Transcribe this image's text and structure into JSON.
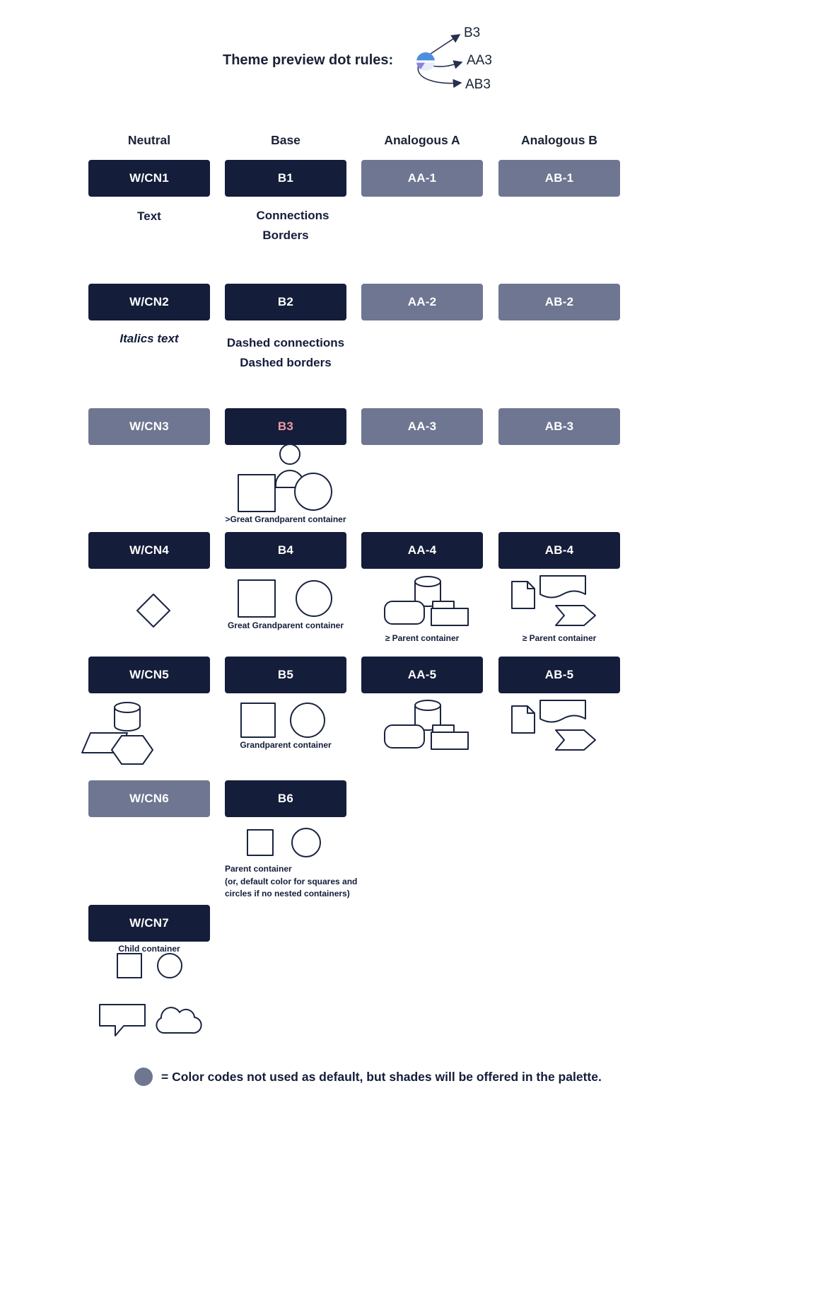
{
  "title": "Theme preview dot rules:",
  "dot": {
    "labels": {
      "b3": "B3",
      "aa3": "AA3",
      "ab3": "AB3"
    }
  },
  "headers": {
    "neutral": "Neutral",
    "base": "Base",
    "aa": "Analogous A",
    "ab": "Analogous B"
  },
  "pills": {
    "wcn1": "W/CN1",
    "wcn2": "W/CN2",
    "wcn3": "W/CN3",
    "wcn4": "W/CN4",
    "wcn5": "W/CN5",
    "wcn6": "W/CN6",
    "wcn7": "W/CN7",
    "b1": "B1",
    "b2": "B2",
    "b3": "B3",
    "b4": "B4",
    "b5": "B5",
    "b6": "B6",
    "aa1": "AA-1",
    "aa2": "AA-2",
    "aa3": "AA-3",
    "aa4": "AA-4",
    "aa5": "AA-5",
    "ab1": "AB-1",
    "ab2": "AB-2",
    "ab3": "AB-3",
    "ab4": "AB-4",
    "ab5": "AB-5"
  },
  "captions": {
    "text": "Text",
    "connections": "Connections",
    "borders": "Borders",
    "italics_text": "Italics text",
    "dashed_connections": "Dashed connections",
    "dashed_borders": "Dashed borders",
    "b3_shapes": ">Great Grandparent container",
    "b4_shapes": "Great Grandparent container",
    "aa4_shapes": "≥  Parent container",
    "ab4_shapes": "≥ Parent container",
    "b5_shapes": "Grandparent container",
    "b6_shapes": "Parent container",
    "b6_note": "(or, default color for squares and circles if no nested containers)",
    "wcn7_shapes": "Child container"
  },
  "legend": {
    "text": "= Color codes not used as default, but shades will be offered in the palette."
  },
  "colors": {
    "pill_dark": "#141d3a",
    "pill_gray": "#6e7691",
    "b3_pink": "#ef9aa8",
    "shape_stroke": "#1a2440",
    "dot_blue": "#4e8ede",
    "dot_purple": "#8c83da",
    "legend_dot": "#6e7691"
  }
}
